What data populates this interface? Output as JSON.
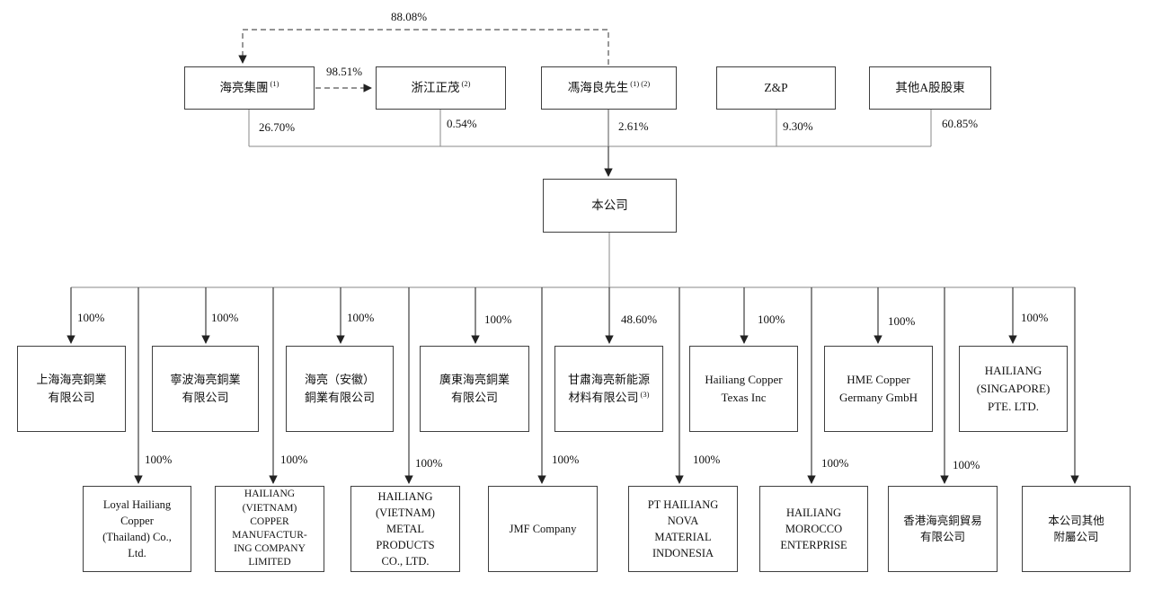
{
  "company": {
    "name": "本公司"
  },
  "cross": [
    {
      "from": "馮海良先生",
      "to": "海亮集團",
      "stake": "88.08%"
    },
    {
      "from": "海亮集團",
      "to": "浙江正茂",
      "stake": "98.51%"
    }
  ],
  "shareholders": [
    {
      "name": "海亮集團",
      "note": "(1)",
      "stake": "26.70%"
    },
    {
      "name": "浙江正茂",
      "note": "(2)",
      "stake": "0.54%"
    },
    {
      "name": "馮海良先生",
      "note": "(1) (2)",
      "stake": "2.61%"
    },
    {
      "name": "Z&P",
      "note": "",
      "stake": "9.30%"
    },
    {
      "name": "其他A股股東",
      "note": "",
      "stake": "60.85%"
    }
  ],
  "tier2": [
    {
      "name": "上海海亮銅業\n有限公司",
      "note": "",
      "stake": "100%"
    },
    {
      "name": "寧波海亮銅業\n有限公司",
      "note": "",
      "stake": "100%"
    },
    {
      "name": "海亮（安徽）\n銅業有限公司",
      "note": "",
      "stake": "100%"
    },
    {
      "name": "廣東海亮銅業\n有限公司",
      "note": "",
      "stake": "100%"
    },
    {
      "name": "甘肅海亮新能源\n材料有限公司",
      "note": "(3)",
      "stake": "48.60%"
    },
    {
      "name": "Hailiang Copper\nTexas Inc",
      "note": "",
      "stake": "100%"
    },
    {
      "name": "HME Copper\nGermany GmbH",
      "note": "",
      "stake": "100%"
    },
    {
      "name": "HAILIANG\n(SINGAPORE)\nPTE. LTD.",
      "note": "",
      "stake": "100%"
    }
  ],
  "tier3": [
    {
      "name": "Loyal Hailiang\nCopper\n(Thailand) Co.,\nLtd.",
      "stake": "100%"
    },
    {
      "name": "HAILIANG\n(VIETNAM)\nCOPPER\nMANUFACTUR-\nING COMPANY\nLIMITED",
      "stake": "100%"
    },
    {
      "name": "HAILIANG\n(VIETNAM)\nMETAL\nPRODUCTS\nCO., LTD.",
      "stake": "100%"
    },
    {
      "name": "JMF Company",
      "stake": "100%"
    },
    {
      "name": "PT HAILIANG\nNOVA\nMATERIAL\nINDONESIA",
      "stake": "100%"
    },
    {
      "name": "HAILIANG\nMOROCCO\nENTERPRISE",
      "stake": "100%"
    },
    {
      "name": "香港海亮銅貿易\n有限公司",
      "stake": "100%"
    },
    {
      "name": "本公司其他\n附屬公司",
      "stake": ""
    }
  ]
}
